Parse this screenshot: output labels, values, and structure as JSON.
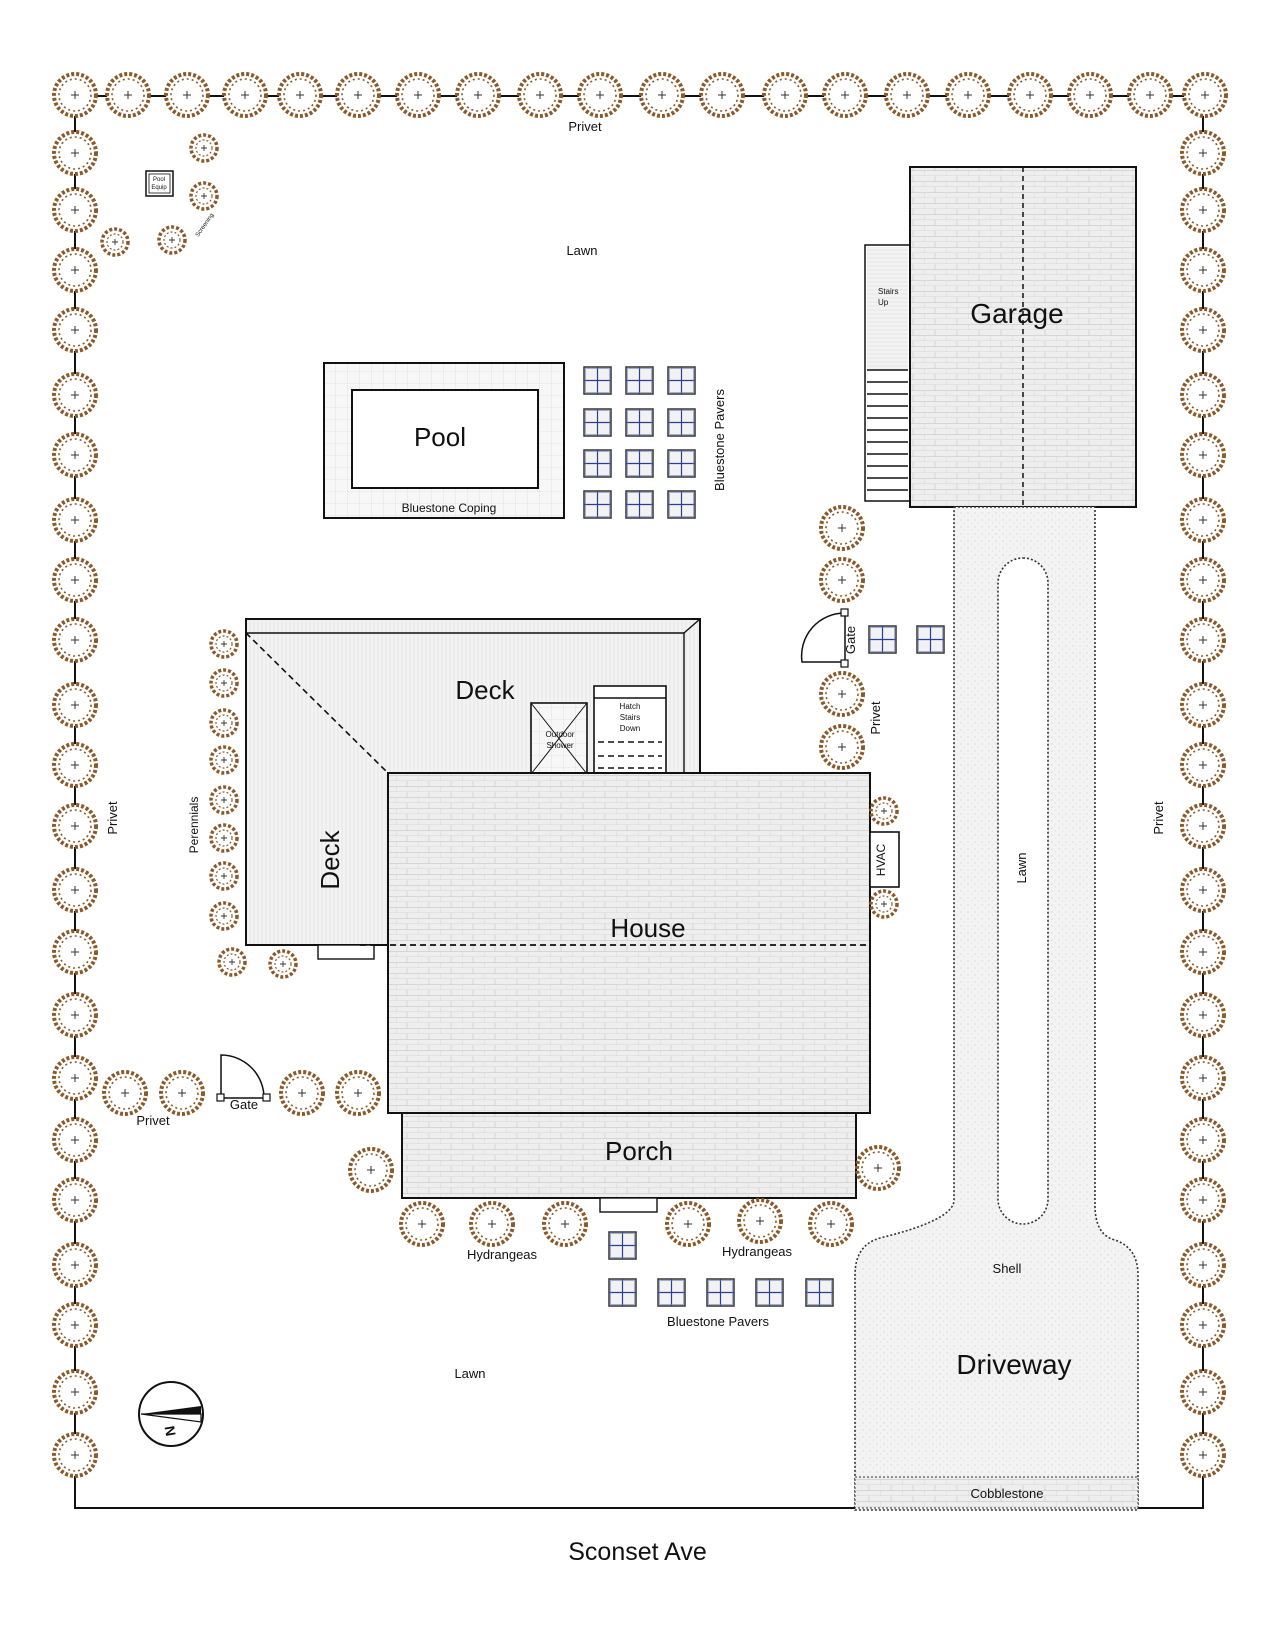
{
  "street": "Sconset Ave",
  "labels": {
    "privet_top": "Privet",
    "privet_left": "Privet",
    "privet_right": "Privet",
    "privet_lower": "Privet",
    "privet_gate": "Privet",
    "lawn_top": "Lawn",
    "lawn_bottom": "Lawn",
    "lawn_drive": "Lawn",
    "pool_equip_1": "Pool",
    "pool_equip_2": "Equip",
    "screening": "Screening",
    "pool": "Pool",
    "bluestone_coping": "Bluestone Coping",
    "bluestone_pavers_pool": "Bluestone Pavers",
    "bluestone_pavers_front": "Bluestone Pavers",
    "garage": "Garage",
    "stairs_up_1": "Stairs",
    "stairs_up_2": "Up",
    "deck_top": "Deck",
    "deck_side": "Deck",
    "outdoor_shower_1": "Outdoor",
    "outdoor_shower_2": "Shower",
    "hatch_1": "Hatch",
    "hatch_2": "Stairs",
    "hatch_3": "Down",
    "perennials": "Perennials",
    "house": "House",
    "hvac": "HVAC",
    "gate_side": "Gate",
    "gate_left": "Gate",
    "porch": "Porch",
    "hydrangeas_left": "Hydrangeas",
    "hydrangeas_right": "Hydrangeas",
    "shell": "Shell",
    "driveway": "Driveway",
    "cobblestone": "Cobblestone",
    "north": "N"
  },
  "colors": {
    "tree": "#8B5A2B",
    "line": "#111111",
    "paving": "#ececec",
    "paver_blue": "#2a3f8f"
  }
}
